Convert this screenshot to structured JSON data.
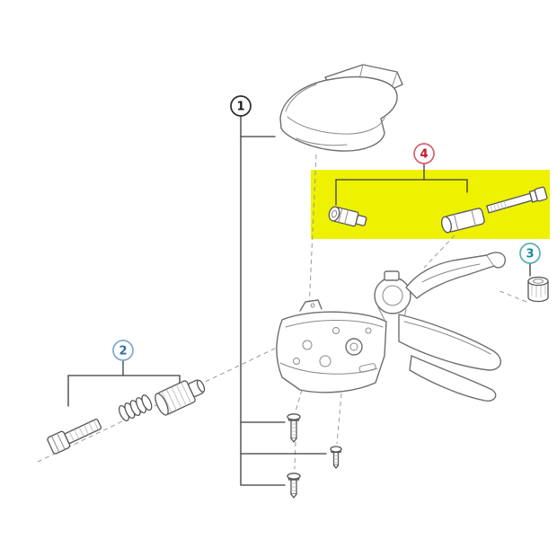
{
  "diagram": {
    "type": "exploded-parts-diagram",
    "subject": "bicycle-shifter",
    "background": "#ffffff",
    "highlight": {
      "color": "#eef200"
    },
    "callouts": [
      {
        "label": "1",
        "ring_color": "#2a2a2a",
        "number_color": "#1a1a1a",
        "highlighted": false,
        "parts": [
          "lever-cover",
          "fixing-screw-upper",
          "fixing-screw-middle",
          "fixing-screw-lower"
        ]
      },
      {
        "label": "2",
        "ring_color": "#7fa8cc",
        "number_color": "#2f6fa8",
        "highlighted": false,
        "parts": [
          "adjust-bolt",
          "spring",
          "adjust-nut"
        ]
      },
      {
        "label": "3",
        "ring_color": "#55aeba",
        "number_color": "#17889a",
        "highlighted": false,
        "parts": [
          "end-cap"
        ]
      },
      {
        "label": "4",
        "ring_color": "#d4606e",
        "number_color": "#c2182e",
        "highlighted": true,
        "parts": [
          "fixing-pin",
          "barrel",
          "connecting-bolt"
        ]
      }
    ],
    "central_part": "shifter-main-body"
  }
}
